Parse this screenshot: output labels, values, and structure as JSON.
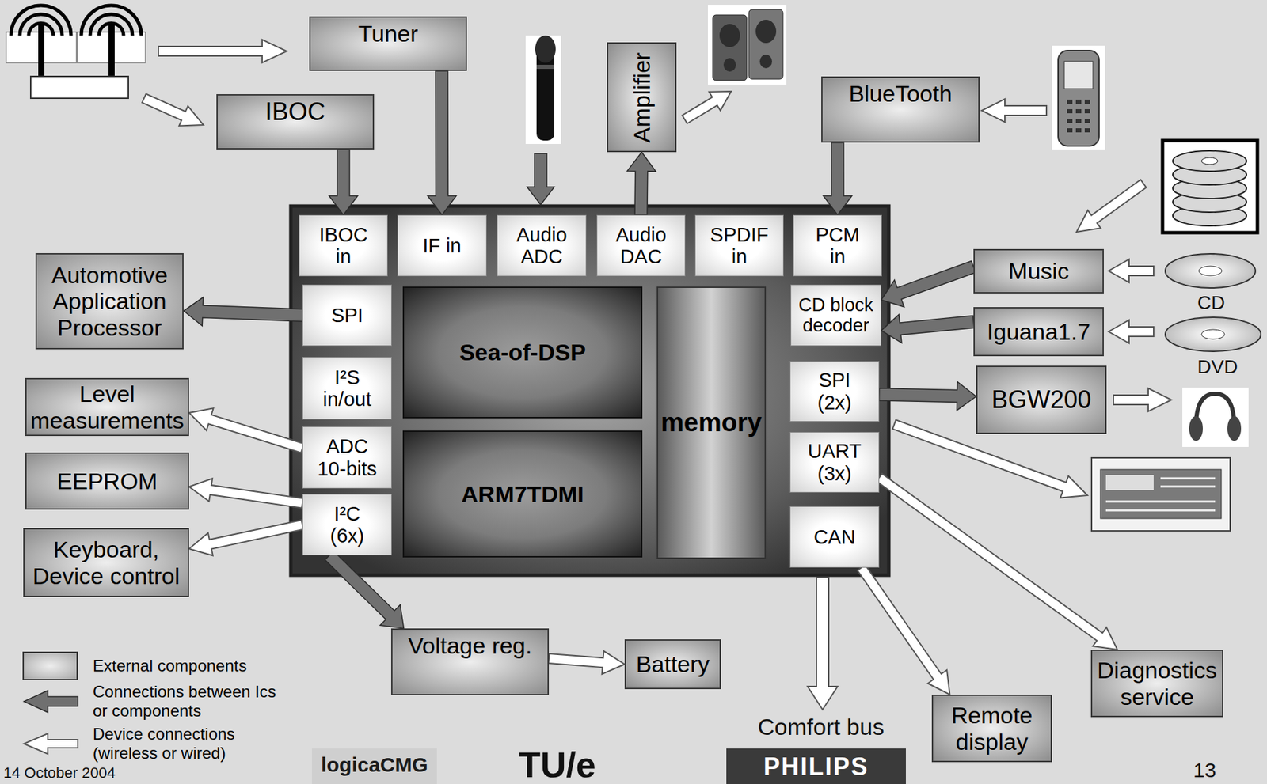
{
  "diagram": {
    "nodes": [
      {
        "text": [
          "Tuner"
        ]
      },
      {
        "text": [
          "IBOC"
        ]
      },
      {
        "text": [
          "Amplifier"
        ]
      },
      {
        "text": [
          "BlueTooth"
        ]
      },
      {
        "text": [
          "IBOC in"
        ]
      },
      {
        "text": [
          "IF in"
        ]
      },
      {
        "text": [
          "Audio ADC"
        ]
      },
      {
        "text": [
          "Audio DAC"
        ]
      },
      {
        "text": [
          "SPDIF in"
        ]
      },
      {
        "text": [
          "PCM in"
        ]
      },
      {
        "text": [
          "Automotive Application Processor"
        ]
      },
      {
        "text": [
          "SPI"
        ]
      },
      {
        "text": [
          "Sea-of-DSP"
        ]
      },
      {
        "text": [
          "memory"
        ]
      },
      {
        "text": [
          "CD block decoder"
        ]
      },
      {
        "text": [
          "Music"
        ]
      },
      {
        "text": [
          "Iguana1.7"
        ]
      },
      {
        "text": [
          "I²S in/out"
        ]
      },
      {
        "text": [
          "SPI (2x)"
        ]
      },
      {
        "text": [
          "BGW200"
        ]
      },
      {
        "text": [
          "Level measurements"
        ]
      },
      {
        "text": [
          "ADC 10-bits"
        ]
      },
      {
        "text": [
          "ARM7TDMI"
        ]
      },
      {
        "text": [
          "UART (3x)"
        ]
      },
      {
        "text": [
          "EEPROM"
        ]
      },
      {
        "text": [
          "I²C (6x)"
        ]
      },
      {
        "text": [
          "CAN"
        ]
      },
      {
        "text": [
          "Keyboard, Device control"
        ]
      },
      {
        "text": [
          "Voltage reg."
        ]
      },
      {
        "text": [
          "Battery"
        ]
      },
      {
        "text": [
          "Diagnostics service"
        ]
      },
      {
        "text": [
          "Remote display"
        ]
      }
    ],
    "edges": [
      {
        "from": 1,
        "to": 4,
        "arrow": "to"
      },
      {
        "from": 0,
        "to": 5,
        "arrow": "to"
      },
      {
        "from": 7,
        "to": 2,
        "arrow": "to"
      },
      {
        "from": 3,
        "to": 9,
        "arrow": "to"
      },
      {
        "from": 11,
        "to": 10,
        "arrow": "to"
      },
      {
        "from": 21,
        "to": 20,
        "arrow": "to"
      },
      {
        "from": 25,
        "to": 24,
        "arrow": "to"
      },
      {
        "from": 25,
        "to": 27,
        "arrow": "to"
      },
      {
        "from": 25,
        "to": 28,
        "arrow": "to"
      },
      {
        "from": 28,
        "to": 29,
        "arrow": "to"
      },
      {
        "from": 15,
        "to": 14,
        "arrow": "to"
      },
      {
        "from": 16,
        "to": 14,
        "arrow": "to"
      },
      {
        "from": 18,
        "to": 19,
        "arrow": "to"
      },
      {
        "from": 23,
        "to": 30,
        "arrow": "to"
      },
      {
        "from": 26,
        "to": 31,
        "arrow": "to"
      }
    ],
    "labels": [
      "CD",
      "DVD",
      "Comfort bus",
      "14 October 2004",
      "13",
      "logicaCMG",
      "TU/e",
      "PHILIPS"
    ],
    "legend": [
      {
        "text": "External components",
        "color": "#a8a8a8"
      },
      {
        "text": "Connections between Ics or components"
      },
      {
        "text": "Device connections (wireless or wired)"
      }
    ]
  }
}
